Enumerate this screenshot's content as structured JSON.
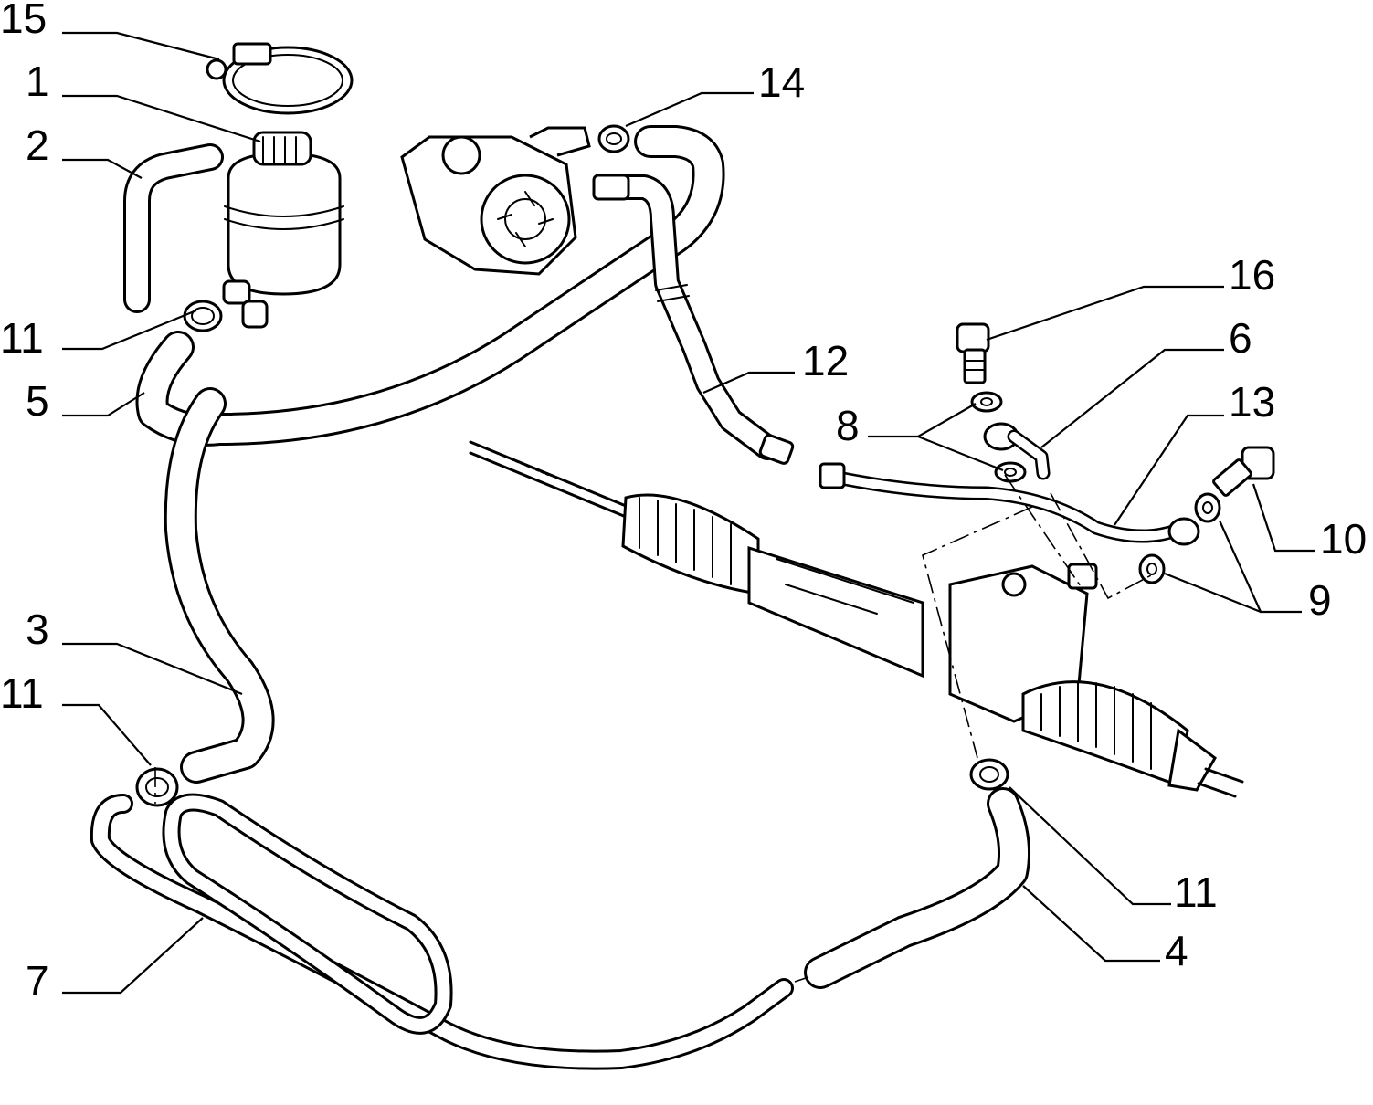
{
  "diagram": {
    "callouts": [
      {
        "id": "15",
        "text": "15"
      },
      {
        "id": "1",
        "text": "1"
      },
      {
        "id": "2",
        "text": "2"
      },
      {
        "id": "11a",
        "text": "11"
      },
      {
        "id": "5",
        "text": "5"
      },
      {
        "id": "3",
        "text": "3"
      },
      {
        "id": "11b",
        "text": "11"
      },
      {
        "id": "7",
        "text": "7"
      },
      {
        "id": "14",
        "text": "14"
      },
      {
        "id": "12",
        "text": "12"
      },
      {
        "id": "16",
        "text": "16"
      },
      {
        "id": "6",
        "text": "6"
      },
      {
        "id": "8",
        "text": "8"
      },
      {
        "id": "13",
        "text": "13"
      },
      {
        "id": "10",
        "text": "10"
      },
      {
        "id": "9",
        "text": "9"
      },
      {
        "id": "11c",
        "text": "11"
      },
      {
        "id": "4",
        "text": "4"
      }
    ]
  }
}
